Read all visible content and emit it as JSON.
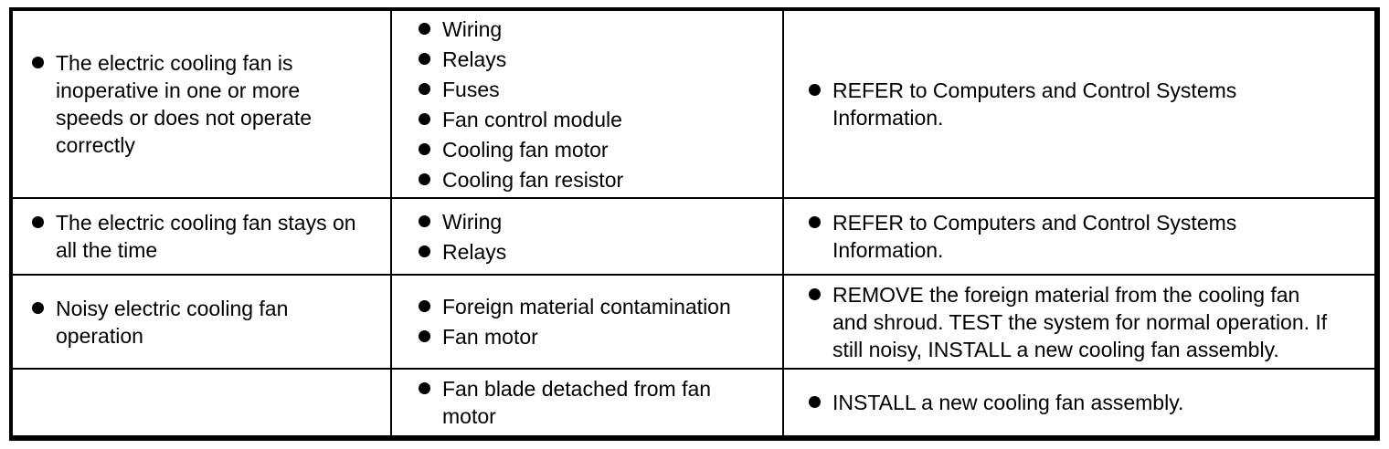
{
  "colors": {
    "text": "#000000",
    "background": "#ffffff",
    "border": "#000000"
  },
  "icons": {
    "bullet": "filled-circle"
  },
  "table": {
    "rows": [
      {
        "cells": [
          {
            "items": [
              "The electric cooling fan is inoperative in one or more speeds or does not operate correctly"
            ]
          },
          {
            "items": [
              "Wiring",
              "Relays",
              "Fuses",
              "Fan control module",
              "Cooling fan motor",
              "Cooling fan resistor"
            ]
          },
          {
            "items": [
              "REFER to Computers and Control Systems Information."
            ]
          }
        ]
      },
      {
        "cells": [
          {
            "items": [
              "The electric cooling fan stays on all the time"
            ]
          },
          {
            "items": [
              "Wiring",
              "Relays"
            ]
          },
          {
            "items": [
              "REFER to Computers and Control Systems Information."
            ]
          }
        ]
      },
      {
        "cells": [
          {
            "items": [
              "Noisy electric cooling fan operation"
            ]
          },
          {
            "items": [
              "Foreign material contamination",
              "Fan motor"
            ]
          },
          {
            "items": [
              "REMOVE the foreign material from the cooling fan and shroud. TEST the system for normal operation. If still noisy, INSTALL a new cooling fan assembly."
            ]
          }
        ]
      },
      {
        "cells": [
          {
            "items": []
          },
          {
            "items": [
              "Fan blade detached from fan motor"
            ]
          },
          {
            "items": [
              "INSTALL a new cooling fan assembly."
            ]
          }
        ]
      }
    ]
  }
}
